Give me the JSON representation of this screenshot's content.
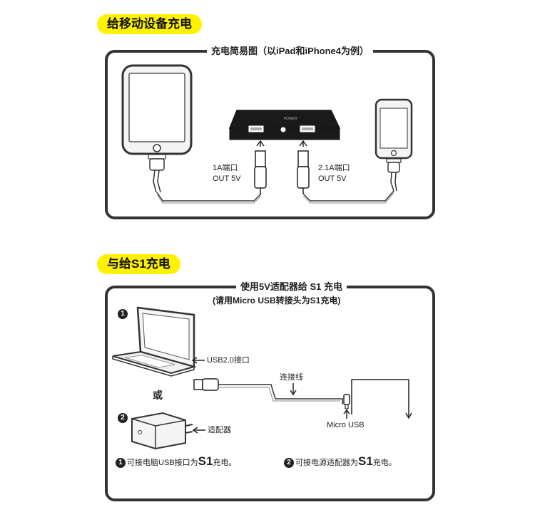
{
  "section1": {
    "tag": "给移动设备充电",
    "panel_title": "充电简易图（以iPad和iPhone4为例）",
    "port1_line1": "1A端口",
    "port1_line2": "OUT 5V",
    "port2_line1": "2.1A端口",
    "port2_line2": "OUT 5V"
  },
  "section2": {
    "tag": "与给S1充电",
    "panel_title": "使用5V适配器给 S1 充电",
    "panel_subtitle": "(请用Micro  USB转接头为S1充电)",
    "usb_port_label": "USB2.0接口",
    "or_label": "或",
    "cable_label": "连接线",
    "micro_usb_label": "Micro USB",
    "adapter_label": "适配器",
    "num1": "1",
    "num2": "2",
    "note1_prefix": "可接电脑USB接口为",
    "note1_s1": "S1",
    "note1_suffix": "充电。",
    "note2_prefix": "可接电源适配器为",
    "note2_s1": "S1",
    "note2_suffix": "充电。"
  }
}
